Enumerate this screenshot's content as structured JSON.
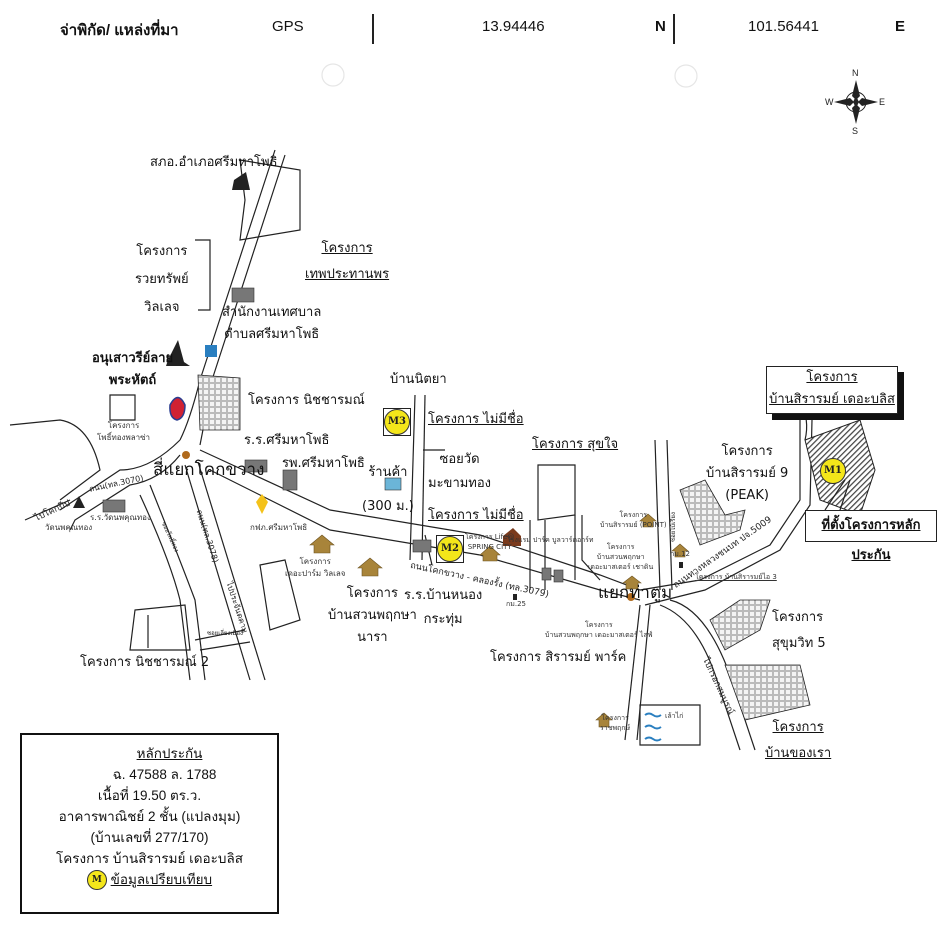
{
  "header": {
    "coord_label": "จ่าพิกัด/ แหล่งที่มา",
    "source": "GPS",
    "latitude": "13.94446",
    "lat_dir": "N",
    "longitude": "101.56441",
    "lon_dir": "E"
  },
  "compass": {
    "n": "N",
    "s": "S",
    "e": "E",
    "w": "W"
  },
  "places": {
    "police": "สภอ.อำเภอศรีมหาโพธิ",
    "roi_sap": [
      "โครงการ",
      "รวยทรัพย์",
      "วิลเลจ"
    ],
    "thep": [
      "โครงการ",
      "เทพประทานพร"
    ],
    "municipal": [
      "สำนักงานเทศบาล",
      "ตำบลศรีมหาโพธิ"
    ],
    "monument": [
      "อนุเสาวรีย์ลาย",
      "พระหัตถ์"
    ],
    "nitcharam": "โครงการ นิชชารมณ์",
    "pho_thong": [
      "โครงการ",
      "โพธิ์ทองพลาซ่า"
    ],
    "school_srimaha": "ร.ร.ศรีมหาโพธิ",
    "hospital": "รพ.ศรีมหาโพธิ",
    "junction_kok": "สี่แยกโคกขวาง",
    "road_3070": "ถนน(ทล.3070)",
    "to_khok_pip": "ไปโคกปีป",
    "school_wat": "ร.ร.วัดนพคุณทอง",
    "wat": "วัดนพคุณทอง",
    "road_3078": "ถนน(ทล.3078)",
    "to_prachin": "ไปประจันตคาม",
    "pea": "กฟภ.ศรีมหาโพธิ",
    "soi_small": "ซอยเลี่ยงเมือง",
    "nitcharam2": "โครงการ นิชชารมณ์ 2",
    "the_palm": [
      "โครงการ",
      "เดอะปาร์ม วิลเลจ"
    ],
    "suan_phruksa_nara": [
      "โครงการ",
      "บ้านสวนพฤกษา",
      "นารา"
    ],
    "ban_nittaya": "บ้านนิตยา",
    "no_name1": "โครงการ ไม่มีชื่อ",
    "shop": [
      "ร้านค้า",
      "(300 ม.)"
    ],
    "soi_wat": [
      "ซอยวัด",
      "มะขามทอง"
    ],
    "no_name2": "โครงการ ไม่มีชื่อ",
    "spring_city": [
      "โครงการ Life@",
      "SPRING CITY"
    ],
    "road_3079": "ถนนโคกขวาง - คลองรั้ง (ทล.3079)",
    "school_nong": [
      "ร.ร.บ้านหนอง",
      "กระทุ่ม"
    ],
    "km25": "กม.25",
    "sukjai": "โครงการ สุขใจ",
    "factory": "โรงแรม ปาร์ค บูลวาร์ดอาร์ท",
    "sirarom_point": [
      "โครงการ",
      "บ้านสิรารมย์ (POINT)"
    ],
    "suan_master_chain": [
      "โครงการ",
      "บ้านสวนพฤกษา",
      "เดอะมาสเตอร์ เชาดิน"
    ],
    "junction_tha": "แยกท่าตูม",
    "sirarom_park": "โครงการ สิรารมย์ พาร์ค",
    "suan_master_life": [
      "โครงการ",
      "บ้านสวนพฤกษา เดอะมาสเตอร์ ไลฟ์"
    ],
    "sirarom9": [
      "โครงการ",
      "บ้านสิรารมย์ 9",
      "(PEAK)"
    ],
    "road_5009": "ถนนทางหลวงชนบท ปจ.5009",
    "km12": "กม.12",
    "sirarom3": "โครงการ บ้านสิรารมย์ไอ 3",
    "sukhumvit5": [
      "โครงการ",
      "สุขุมวิท 5"
    ],
    "to_kabin": "ไปกรอกสมบูรณ์",
    "ban_khong_rao": [
      "โครงการ",
      "บ้านของเรา"
    ],
    "pond": "เล้าไก่",
    "racha": [
      "โครงการ",
      "ราชพฤกษ์"
    ],
    "road_small_1": "ซอยโพธิ์ทอง",
    "road_small_2": "ซอยไม้เรียง",
    "road_small_3": "ซอยเลี่ยงเมือง"
  },
  "subject_box": [
    "โครงการ",
    "บ้านสิรารมย์ เดอะบลิส"
  ],
  "subject_location": "ที่ตั้งโครงการหลักประกัน",
  "markers": {
    "m1": "M1",
    "m2": "M2",
    "m3": "M3",
    "m": "M"
  },
  "legend": {
    "title": "หลักประกัน",
    "deed": "ฉ. 47588 ล. 1788",
    "area": "เนื้อที่ 19.50 ตร.ว.",
    "building": "อาคารพาณิชย์ 2 ชั้น (แปลงมุม)",
    "house_no": "(บ้านเลขที่ 277/170)",
    "project": "โครงการ บ้านสิรารมย์ เดอะบลิส",
    "comparable": "ข้อมูลเปรียบเทียบ"
  },
  "colors": {
    "marker_fill": "#f4e61a",
    "house_icon": "#a8843a",
    "subject_hatch": "#555555"
  }
}
